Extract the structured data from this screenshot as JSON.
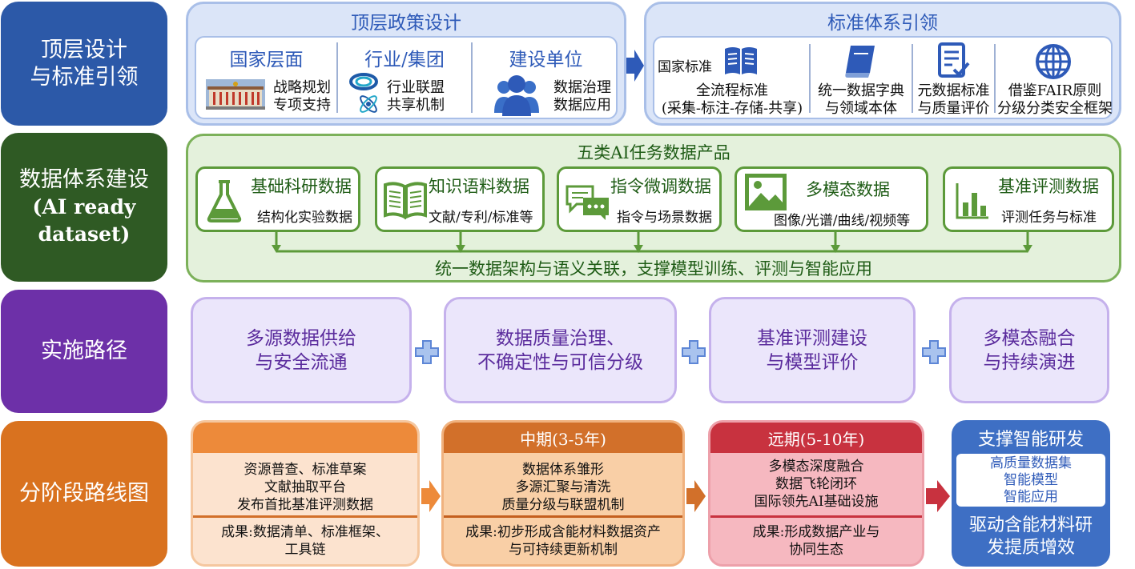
{
  "rows": {
    "r1": [
      "顶层设计",
      "与标准引领"
    ],
    "r2": [
      "数据体系建设",
      "(AI ready",
      "dataset)"
    ],
    "r3": [
      "实施路径"
    ],
    "r4": [
      "分阶段路线图"
    ]
  },
  "policy": {
    "title": "顶层政策设计",
    "national": {
      "title": "国家层面",
      "lines": [
        "战略规划",
        "专项支持"
      ]
    },
    "industry": {
      "title": "行业/集团",
      "lines": [
        "行业联盟",
        "共享机制"
      ]
    },
    "unit": {
      "title": "建设单位",
      "lines": [
        "数据治理",
        "数据应用"
      ]
    }
  },
  "standards": {
    "title": "标准体系引领",
    "badge": "国家标准",
    "items": [
      {
        "lines": [
          "全流程标准",
          "(采集-标注-存储-共享)"
        ]
      },
      {
        "lines": [
          "统一数据字典",
          "与领域本体"
        ]
      },
      {
        "lines": [
          "元数据标准",
          "与质量评价"
        ]
      },
      {
        "lines": [
          "借鉴FAIR原则",
          "分级分类安全框架"
        ]
      }
    ]
  },
  "products": {
    "title": "五类AI任务数据产品",
    "items": [
      {
        "title": "基础科研数据",
        "sub": "结构化实验数据"
      },
      {
        "title": "知识语料数据",
        "sub": "文献/专利/标准等"
      },
      {
        "title": "指令微调数据",
        "sub": "指令与场景数据"
      },
      {
        "title": "多模态数据",
        "sub": "图像/光谱/曲线/视频等"
      },
      {
        "title": "基准评测数据",
        "sub": "评测任务与标准"
      }
    ],
    "footer": "统一数据架构与语义关联，支撑模型训练、评测与智能应用"
  },
  "paths": [
    [
      "多源数据供给",
      "与安全流通"
    ],
    [
      "数据质量治理、",
      "不确定性与可信分级"
    ],
    [
      "基准评测建设",
      "与模型评价"
    ],
    [
      "多模态融合",
      "与持续演进"
    ]
  ],
  "phases": [
    {
      "head": "",
      "lines": [
        "资源普查、标准草案",
        "文献抽取平台",
        "发布首批基准评测数据"
      ],
      "result": [
        "成果:数据清单、标准框架、",
        "工具链"
      ]
    },
    {
      "head": "中期(3-5年)",
      "lines": [
        "数据体系雏形",
        "多源汇聚与清洗",
        "质量分级与联盟机制"
      ],
      "result": [
        "成果:初步形成含能材料数据资产",
        "与可持续更新机制"
      ]
    },
    {
      "head": "远期(5-10年)",
      "lines": [
        "多模态深度融合",
        "数据飞轮闭环",
        "国际领先AI基础设施"
      ],
      "result": [
        "成果:形成数据产业与",
        "协同生态"
      ]
    }
  ],
  "support": {
    "title": "支撑智能研发",
    "items": [
      "高质量数据集",
      "智能模型",
      "智能应用"
    ],
    "bottom": [
      "驱动含能材料研",
      "发提质增效"
    ]
  },
  "colors": {
    "row1": "#2c59a8",
    "row2": "#2f5a24",
    "row3": "#6d30a8",
    "row4": "#d9721f",
    "phase1": "#ed8a3a",
    "phase2": "#d2702a",
    "phase3": "#c8323f",
    "support": "#3e6fc4"
  }
}
